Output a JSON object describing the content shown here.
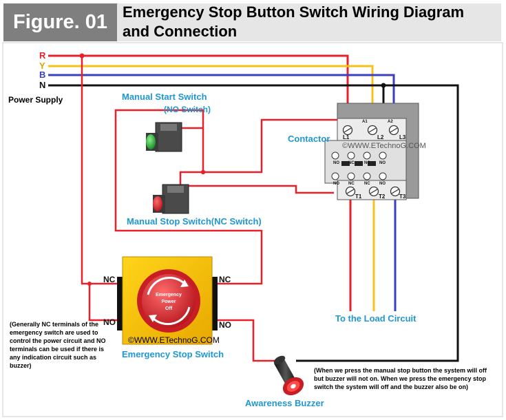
{
  "header": {
    "figure_label": "Figure. 01",
    "title_line1": "Emergency Stop Button Switch Wiring Diagram",
    "title_line2": "and Connection"
  },
  "power": {
    "lines": [
      "R",
      "Y",
      "B",
      "N"
    ],
    "label": "Power Supply",
    "colors": {
      "R": "#e8202a",
      "Y": "#f6c21a",
      "B": "#3a3fbf",
      "N": "#111111"
    }
  },
  "manual_start": {
    "line1": "Manual Start Switch",
    "line2": "(NO Switch)"
  },
  "manual_stop": {
    "label": "Manual Stop Switch(NC Switch)"
  },
  "contactor": {
    "label": "Contactor",
    "watermark": "©WWW.ETechnoG.COM",
    "top_terminals": [
      "L1",
      "L2",
      "L3"
    ],
    "coil_terminals": [
      "A1",
      "A2"
    ],
    "aux_top": [
      "NO",
      "NC",
      "NC",
      "NO"
    ],
    "aux_bottom": [
      "NO",
      "NC",
      "NC",
      "NO"
    ],
    "bottom_terminals": [
      "T1",
      "T2",
      "T3"
    ]
  },
  "load": {
    "label": "To the Load Circuit"
  },
  "emergency": {
    "button_text": [
      "Emergency",
      "Power",
      "Off"
    ],
    "nc_left": "NC",
    "no_left": "NO",
    "nc_right": "NC",
    "no_right": "NO",
    "watermark": "©WWW.ETechnoG.COM",
    "label": "Emergency Stop Switch"
  },
  "notes": {
    "left": "(Generally NC terminals of the emergency switch are used to control the power circuit and NO terminals can be used if there is any indication circuit such as buzzer)",
    "right": "(When we press the manual stop button the system will off but buzzer will not on. When we press the emergency stop switch the system will off and the buzzer also be on)"
  },
  "buzzer": {
    "label": "Awareness Buzzer"
  }
}
